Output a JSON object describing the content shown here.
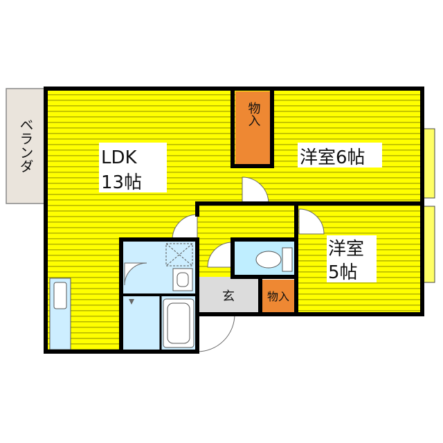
{
  "rooms": {
    "balcony": "ベランダ",
    "ldk_name": "LDK",
    "ldk_size": "13帖",
    "bedroom1_name": "洋室6帖",
    "bedroom2_name": "洋室",
    "bedroom2_size": "5帖",
    "closet1": "物入",
    "closet2": "物入",
    "entrance": "玄"
  },
  "colors": {
    "room_fill": "#ffff00",
    "stripe": "#b8b800",
    "wet_area": "#cdeeff",
    "toilet_room": "#bfeeff",
    "closet": "#ee8833",
    "entrance": "#dcdcdc",
    "balcony": "#eae4dc",
    "wall": "#000000"
  }
}
